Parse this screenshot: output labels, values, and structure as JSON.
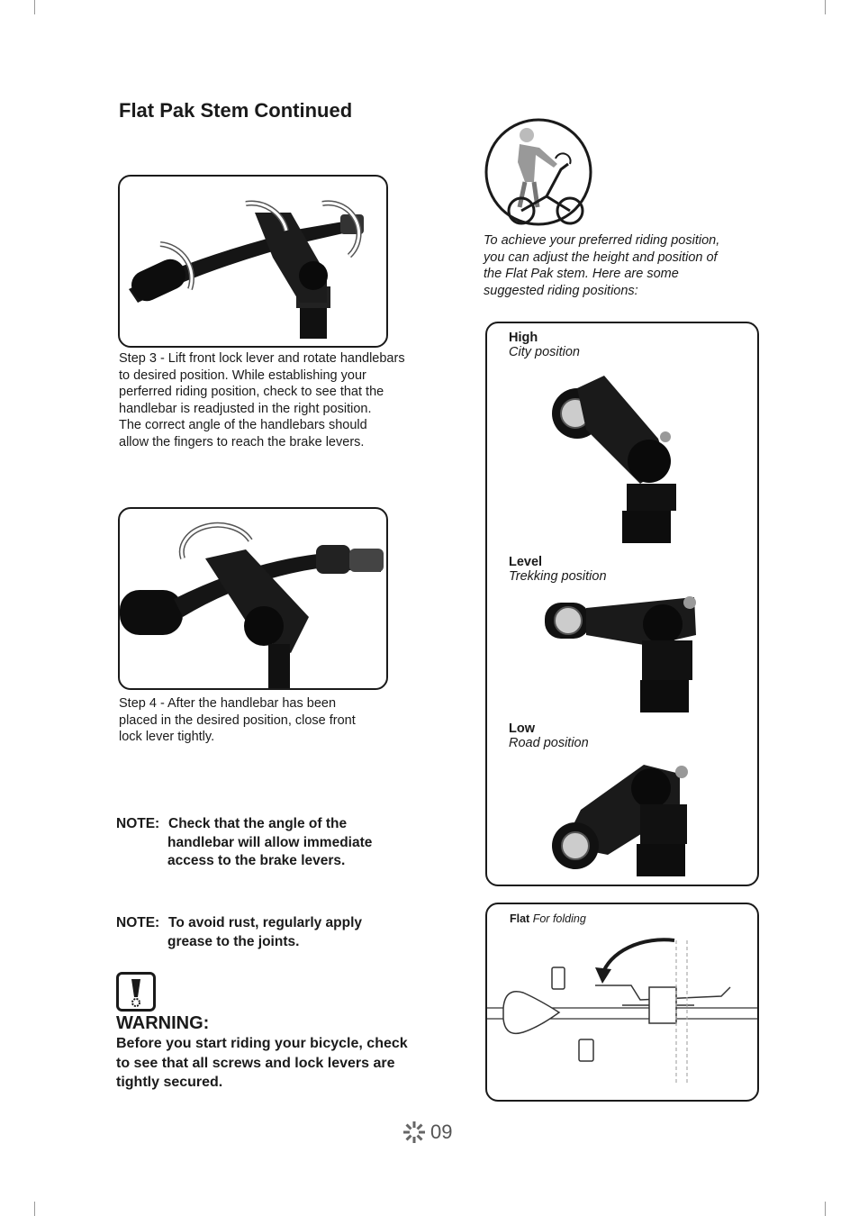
{
  "page": {
    "title": "Flat Pak Stem Continued",
    "page_number": "09"
  },
  "steps": {
    "step3": [
      "Step 3 - Lift front lock lever and rotate handlebars",
      "to desired position. While establishing your",
      "perferred riding position, check to see that the",
      "handlebar is readjusted in the right position.",
      "The correct angle of the handlebars should",
      "allow the fingers to reach the brake levers."
    ],
    "step4": [
      "Step 4 - After the handlebar has been",
      "placed in the desired position, close front",
      "lock lever tightly."
    ]
  },
  "notes": {
    "label": "NOTE:",
    "note1": [
      "Check that the angle of the",
      "handlebar will allow immediate",
      "access to the brake levers."
    ],
    "note2": [
      "To avoid rust, regularly apply",
      "grease to the joints."
    ]
  },
  "warning": {
    "title": "WARNING:",
    "lines": [
      "Before you start riding your bicycle, check",
      "to see that all screws and lock levers are",
      "tightly secured."
    ]
  },
  "intro": [
    "To achieve your preferred riding position,",
    "you can adjust the height and position of",
    "the Flat Pak stem. Here are some",
    "suggested riding positions:"
  ],
  "positions": [
    {
      "name": "High",
      "desc": "City position"
    },
    {
      "name": "Level",
      "desc": "Trekking position"
    },
    {
      "name": "Low",
      "desc": "Road position"
    }
  ],
  "flat": {
    "name": "Flat",
    "desc": "For folding"
  },
  "icons": [
    "warning-exclamation-icon",
    "logo-gear-icon",
    "rider-icon",
    "rotate-arrow-icon"
  ]
}
